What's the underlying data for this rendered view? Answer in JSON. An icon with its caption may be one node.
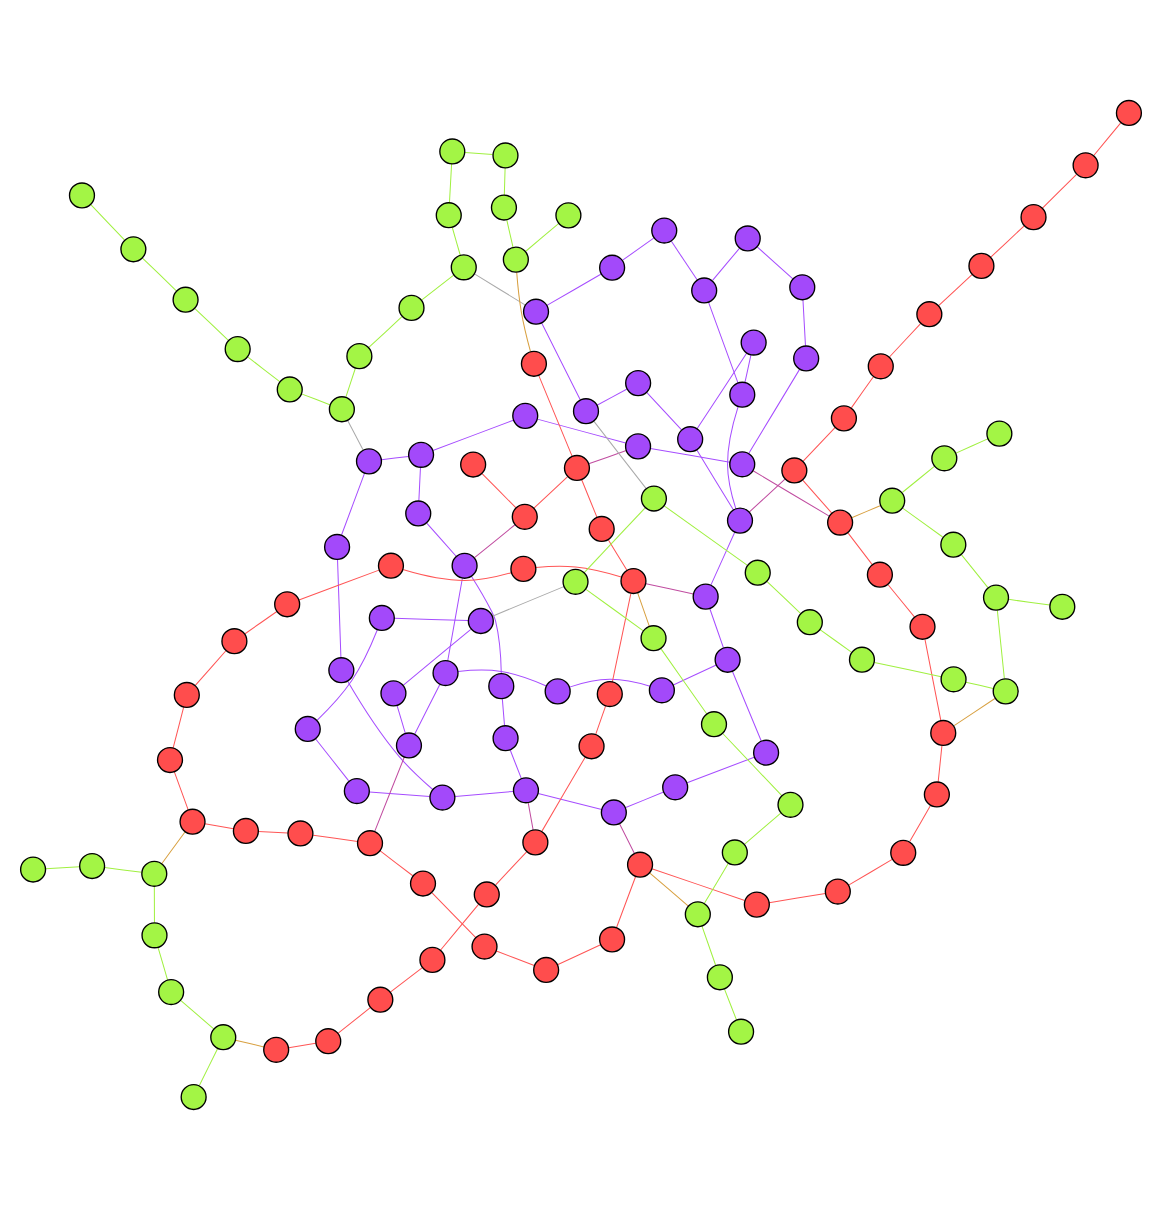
{
  "diagram": {
    "nodes": [
      {
        "text": [],
        "shape": "circle"
      },
      {
        "text": [],
        "shape": "circle"
      },
      {
        "text": [],
        "shape": "circle"
      },
      {
        "text": [],
        "shape": "circle"
      },
      {
        "text": [],
        "shape": "circle"
      },
      {
        "text": [],
        "shape": "circle"
      },
      {
        "text": [],
        "shape": "circle"
      },
      {
        "text": [],
        "shape": "circle"
      },
      {
        "text": [],
        "shape": "circle"
      },
      {
        "text": [],
        "shape": "circle"
      },
      {
        "text": [],
        "shape": "circle"
      },
      {
        "text": [],
        "shape": "circle"
      },
      {
        "text": [],
        "shape": "circle"
      },
      {
        "text": [],
        "shape": "circle"
      },
      {
        "text": [],
        "shape": "circle"
      },
      {
        "text": [],
        "shape": "circle"
      },
      {
        "text": [],
        "shape": "circle"
      },
      {
        "text": [],
        "shape": "circle"
      },
      {
        "text": [],
        "shape": "circle"
      },
      {
        "text": [],
        "shape": "circle"
      },
      {
        "text": [],
        "shape": "circle"
      },
      {
        "text": [],
        "shape": "circle"
      },
      {
        "text": [],
        "shape": "circle"
      },
      {
        "text": [],
        "shape": "circle"
      },
      {
        "text": [],
        "shape": "circle"
      },
      {
        "text": [],
        "shape": "circle"
      },
      {
        "text": [],
        "shape": "circle"
      },
      {
        "text": [],
        "shape": "circle"
      },
      {
        "text": [],
        "shape": "circle"
      },
      {
        "text": [],
        "shape": "circle"
      },
      {
        "text": [],
        "shape": "circle"
      },
      {
        "text": [],
        "shape": "circle"
      },
      {
        "text": [],
        "shape": "circle"
      },
      {
        "text": [],
        "shape": "circle"
      },
      {
        "text": [],
        "shape": "circle"
      },
      {
        "text": [],
        "shape": "circle"
      },
      {
        "text": [],
        "shape": "circle"
      },
      {
        "text": [],
        "shape": "circle"
      },
      {
        "text": [],
        "shape": "circle"
      },
      {
        "text": [],
        "shape": "circle"
      },
      {
        "text": [],
        "shape": "circle"
      },
      {
        "text": [],
        "shape": "circle"
      },
      {
        "text": [],
        "shape": "circle"
      },
      {
        "text": [],
        "shape": "circle"
      },
      {
        "text": [],
        "shape": "circle"
      },
      {
        "text": [],
        "shape": "circle"
      },
      {
        "text": [],
        "shape": "circle"
      },
      {
        "text": [],
        "shape": "circle"
      },
      {
        "text": [],
        "shape": "circle"
      },
      {
        "text": [],
        "shape": "circle"
      },
      {
        "text": [],
        "shape": "circle"
      },
      {
        "text": [],
        "shape": "circle"
      },
      {
        "text": [],
        "shape": "circle"
      },
      {
        "text": [],
        "shape": "circle"
      },
      {
        "text": [],
        "shape": "circle"
      },
      {
        "text": [],
        "shape": "circle"
      },
      {
        "text": [],
        "shape": "circle"
      },
      {
        "text": [],
        "shape": "circle"
      },
      {
        "text": [],
        "shape": "circle"
      },
      {
        "text": [],
        "shape": "circle"
      },
      {
        "text": [],
        "shape": "circle"
      },
      {
        "text": [],
        "shape": "circle"
      },
      {
        "text": [],
        "shape": "circle"
      },
      {
        "text": [],
        "shape": "circle"
      },
      {
        "text": [],
        "shape": "circle"
      },
      {
        "text": [],
        "shape": "circle"
      },
      {
        "text": [],
        "shape": "circle"
      },
      {
        "text": [],
        "shape": "circle"
      },
      {
        "text": [],
        "shape": "circle"
      },
      {
        "text": [],
        "shape": "circle"
      },
      {
        "text": [],
        "shape": "circle"
      },
      {
        "text": [],
        "shape": "circle"
      },
      {
        "text": [],
        "shape": "circle"
      },
      {
        "text": [],
        "shape": "circle"
      },
      {
        "text": [],
        "shape": "circle"
      },
      {
        "text": [],
        "shape": "circle"
      },
      {
        "text": [],
        "shape": "circle"
      },
      {
        "text": [],
        "shape": "circle"
      },
      {
        "text": [],
        "shape": "circle"
      },
      {
        "text": [],
        "shape": "circle"
      },
      {
        "text": [],
        "shape": "circle"
      },
      {
        "text": [],
        "shape": "circle"
      },
      {
        "text": [],
        "shape": "circle"
      },
      {
        "text": [],
        "shape": "circle"
      },
      {
        "text": [],
        "shape": "circle"
      },
      {
        "text": [],
        "shape": "circle"
      },
      {
        "text": [],
        "shape": "circle"
      },
      {
        "text": [],
        "shape": "circle"
      },
      {
        "text": [],
        "shape": "circle"
      },
      {
        "text": [],
        "shape": "circle"
      },
      {
        "text": [],
        "shape": "circle"
      },
      {
        "text": [],
        "shape": "circle"
      },
      {
        "text": [],
        "shape": "circle"
      },
      {
        "text": [],
        "shape": "circle"
      },
      {
        "text": [],
        "shape": "circle"
      },
      {
        "text": [],
        "shape": "circle"
      },
      {
        "text": [],
        "shape": "circle"
      },
      {
        "text": [],
        "shape": "circle"
      },
      {
        "text": [],
        "shape": "circle"
      },
      {
        "text": [],
        "shape": "circle"
      },
      {
        "text": [],
        "shape": "circle"
      },
      {
        "text": [],
        "shape": "circle"
      },
      {
        "text": [],
        "shape": "circle"
      },
      {
        "text": [],
        "shape": "circle"
      },
      {
        "text": [],
        "shape": "circle"
      },
      {
        "text": [],
        "shape": "circle"
      },
      {
        "text": [],
        "shape": "circle"
      },
      {
        "text": [],
        "shape": "circle"
      },
      {
        "text": [],
        "shape": "circle"
      },
      {
        "text": [],
        "shape": "circle"
      },
      {
        "text": [],
        "shape": "circle"
      },
      {
        "text": [],
        "shape": "circle"
      },
      {
        "text": [],
        "shape": "circle"
      },
      {
        "text": [],
        "shape": "circle"
      },
      {
        "text": [],
        "shape": "circle"
      },
      {
        "text": [],
        "shape": "circle"
      },
      {
        "text": [],
        "shape": "circle"
      },
      {
        "text": [],
        "shape": "circle"
      },
      {
        "text": [],
        "shape": "circle"
      },
      {
        "text": [],
        "shape": "circle"
      },
      {
        "text": [],
        "shape": "circle"
      },
      {
        "text": [],
        "shape": "circle"
      },
      {
        "text": [],
        "shape": "circle"
      },
      {
        "text": [],
        "shape": "circle"
      },
      {
        "text": [],
        "shape": "circle"
      },
      {
        "text": [],
        "shape": "circle"
      },
      {
        "text": [],
        "shape": "circle"
      }
    ],
    "edges": [
      {
        "from": 0,
        "to": 5,
        "arrow": "none",
        "color": "#a64dff"
      },
      {
        "from": 0,
        "to": 12,
        "arrow": "none",
        "color": "#a64dff"
      },
      {
        "from": 1,
        "to": 3,
        "arrow": "none",
        "color": "#a64dff"
      },
      {
        "from": 1,
        "to": 9,
        "arrow": "none",
        "color": "#a64dff"
      },
      {
        "from": 2,
        "to": 7,
        "arrow": "none",
        "color": "#a64dff"
      },
      {
        "from": 2,
        "to": 14,
        "arrow": "none",
        "color": "#a64dff"
      },
      {
        "from": 3,
        "to": 10,
        "arrow": "none",
        "color": "#a64dff"
      },
      {
        "from": 4,
        "to": 11,
        "arrow": "none",
        "color": "#a64dff"
      },
      {
        "from": 4,
        "to": 20,
        "arrow": "none",
        "color": "#a64dff"
      },
      {
        "from": 5,
        "to": 13,
        "arrow": "none",
        "color": "#a64dff"
      },
      {
        "from": 6,
        "to": 15,
        "arrow": "none",
        "color": "#a64dff"
      },
      {
        "from": 6,
        "to": 22,
        "arrow": "none",
        "color": "#a64dff"
      },
      {
        "from": 7,
        "to": 16,
        "arrow": "none",
        "color": "#a64dff"
      },
      {
        "from": 8,
        "to": 17,
        "arrow": "none",
        "color": "#a64dff"
      },
      {
        "from": 8,
        "to": 25,
        "arrow": "none",
        "color": "#a64dff"
      },
      {
        "from": 9,
        "to": 18,
        "arrow": "none",
        "color": "#a64dff"
      },
      {
        "from": 10,
        "to": 19,
        "arrow": "none",
        "color": "#a64dff"
      },
      {
        "from": 10,
        "to": 28,
        "arrow": "none",
        "color": "#a64dff"
      },
      {
        "from": 11,
        "to": 21,
        "arrow": "none",
        "color": "#a64dff"
      },
      {
        "from": 12,
        "to": 23,
        "arrow": "none",
        "color": "#a64dff"
      },
      {
        "from": 13,
        "to": 24,
        "arrow": "none",
        "color": "#a64dff"
      },
      {
        "from": 14,
        "to": 26,
        "arrow": "none",
        "color": "#a64dff"
      },
      {
        "from": 15,
        "to": 27,
        "arrow": "none",
        "color": "#a64dff"
      },
      {
        "from": 16,
        "to": 29,
        "arrow": "none",
        "color": "#a64dff"
      },
      {
        "from": 17,
        "to": 30,
        "arrow": "none",
        "color": "#a64dff"
      },
      {
        "from": 18,
        "to": 31,
        "arrow": "none",
        "color": "#a64dff"
      },
      {
        "from": 19,
        "to": 32,
        "arrow": "none",
        "color": "#a64dff"
      },
      {
        "from": 20,
        "to": 33,
        "arrow": "none",
        "color": "#a64dff"
      },
      {
        "from": 21,
        "to": 34,
        "arrow": "none",
        "color": "#a64dff"
      },
      {
        "from": 22,
        "to": 35,
        "arrow": "none",
        "color": "#a64dff"
      },
      {
        "from": 23,
        "to": 36,
        "arrow": "none",
        "color": "#a64dff"
      },
      {
        "from": 24,
        "to": 37,
        "arrow": "none",
        "color": "#a64dff"
      },
      {
        "from": 25,
        "to": 38,
        "arrow": "none",
        "color": "#a64dff"
      },
      {
        "from": 26,
        "to": 39,
        "arrow": "none",
        "color": "#a64dff"
      },
      {
        "from": 27,
        "to": 30,
        "arrow": "none",
        "color": "#a64dff"
      },
      {
        "from": 28,
        "to": 33,
        "arrow": "none",
        "color": "#a64dff"
      },
      {
        "from": 29,
        "to": 35,
        "arrow": "none",
        "color": "#a64dff"
      },
      {
        "from": 31,
        "to": 36,
        "arrow": "none",
        "color": "#a64dff"
      },
      {
        "from": 32,
        "to": 38,
        "arrow": "none",
        "color": "#a64dff"
      },
      {
        "from": 34,
        "to": 39,
        "arrow": "none",
        "color": "#a64dff"
      },
      {
        "from": 2,
        "to": 20,
        "arrow": "none",
        "color": "#a64dff"
      },
      {
        "from": 5,
        "to": 25,
        "arrow": "none",
        "color": "#a64dff"
      },
      {
        "from": 9,
        "to": 30,
        "arrow": "none",
        "color": "#a64dff"
      },
      {
        "from": 11,
        "to": 33,
        "arrow": "none",
        "color": "#a64dff"
      },
      {
        "from": 15,
        "to": 37,
        "arrow": "none",
        "color": "#a64dff"
      },
      {
        "from": 40,
        "to": 45,
        "arrow": "none",
        "color": "#ff5555"
      },
      {
        "from": 40,
        "to": 52,
        "arrow": "none",
        "color": "#ff5555"
      },
      {
        "from": 41,
        "to": 47,
        "arrow": "none",
        "color": "#ff5555"
      },
      {
        "from": 41,
        "to": 60,
        "arrow": "none",
        "color": "#ff5555"
      },
      {
        "from": 42,
        "to": 49,
        "arrow": "none",
        "color": "#ff5555"
      },
      {
        "from": 42,
        "to": 66,
        "arrow": "none",
        "color": "#ff5555"
      },
      {
        "from": 43,
        "to": 50,
        "arrow": "none",
        "color": "#ff5555"
      },
      {
        "from": 44,
        "to": 53,
        "arrow": "none",
        "color": "#ff5555"
      },
      {
        "from": 44,
        "to": 70,
        "arrow": "none",
        "color": "#ff5555"
      },
      {
        "from": 45,
        "to": 55,
        "arrow": "none",
        "color": "#ff5555"
      },
      {
        "from": 46,
        "to": 56,
        "arrow": "none",
        "color": "#ff5555"
      },
      {
        "from": 46,
        "to": 72,
        "arrow": "none",
        "color": "#ff5555"
      },
      {
        "from": 47,
        "to": 58,
        "arrow": "none",
        "color": "#ff5555"
      },
      {
        "from": 48,
        "to": 59,
        "arrow": "none",
        "color": "#ff5555"
      },
      {
        "from": 48,
        "to": 75,
        "arrow": "none",
        "color": "#ff5555"
      },
      {
        "from": 49,
        "to": 61,
        "arrow": "none",
        "color": "#ff5555"
      },
      {
        "from": 50,
        "to": 62,
        "arrow": "none",
        "color": "#ff5555"
      },
      {
        "from": 50,
        "to": 78,
        "arrow": "none",
        "color": "#ff5555"
      },
      {
        "from": 51,
        "to": 63,
        "arrow": "none",
        "color": "#ff5555"
      },
      {
        "from": 52,
        "to": 64,
        "arrow": "none",
        "color": "#ff5555"
      },
      {
        "from": 53,
        "to": 65,
        "arrow": "none",
        "color": "#ff5555"
      },
      {
        "from": 54,
        "to": 67,
        "arrow": "none",
        "color": "#ff5555"
      },
      {
        "from": 54,
        "to": 80,
        "arrow": "none",
        "color": "#ff5555"
      },
      {
        "from": 55,
        "to": 68,
        "arrow": "none",
        "color": "#ff5555"
      },
      {
        "from": 56,
        "to": 69,
        "arrow": "none",
        "color": "#ff5555"
      },
      {
        "from": 57,
        "to": 71,
        "arrow": "none",
        "color": "#ff5555"
      },
      {
        "from": 57,
        "to": 82,
        "arrow": "none",
        "color": "#ff5555"
      },
      {
        "from": 58,
        "to": 73,
        "arrow": "none",
        "color": "#ff5555"
      },
      {
        "from": 59,
        "to": 74,
        "arrow": "none",
        "color": "#ff5555"
      },
      {
        "from": 60,
        "to": 76,
        "arrow": "none",
        "color": "#ff5555"
      },
      {
        "from": 61,
        "to": 77,
        "arrow": "none",
        "color": "#ff5555"
      },
      {
        "from": 62,
        "to": 79,
        "arrow": "none",
        "color": "#ff5555"
      },
      {
        "from": 63,
        "to": 81,
        "arrow": "none",
        "color": "#ff5555"
      },
      {
        "from": 64,
        "to": 83,
        "arrow": "none",
        "color": "#ff5555"
      },
      {
        "from": 65,
        "to": 84,
        "arrow": "none",
        "color": "#ff5555"
      },
      {
        "from": 66,
        "to": 70,
        "arrow": "none",
        "color": "#ff5555"
      },
      {
        "from": 67,
        "to": 73,
        "arrow": "none",
        "color": "#ff5555"
      },
      {
        "from": 68,
        "to": 76,
        "arrow": "none",
        "color": "#ff5555"
      },
      {
        "from": 69,
        "to": 80,
        "arrow": "none",
        "color": "#ff5555"
      },
      {
        "from": 71,
        "to": 77,
        "arrow": "none",
        "color": "#ff5555"
      },
      {
        "from": 72,
        "to": 81,
        "arrow": "none",
        "color": "#ff5555"
      },
      {
        "from": 74,
        "to": 84,
        "arrow": "none",
        "color": "#ff5555"
      },
      {
        "from": 43,
        "to": 60,
        "arrow": "none",
        "color": "#ff5555"
      },
      {
        "from": 51,
        "to": 75,
        "arrow": "none",
        "color": "#ff5555"
      },
      {
        "from": 85,
        "to": 90,
        "arrow": "none",
        "color": "#a0f040"
      },
      {
        "from": 85,
        "to": 98,
        "arrow": "none",
        "color": "#a0f040"
      },
      {
        "from": 86,
        "to": 92,
        "arrow": "none",
        "color": "#a0f040"
      },
      {
        "from": 86,
        "to": 105,
        "arrow": "none",
        "color": "#a0f040"
      },
      {
        "from": 87,
        "to": 94,
        "arrow": "none",
        "color": "#a0f040"
      },
      {
        "from": 87,
        "to": 110,
        "arrow": "none",
        "color": "#a0f040"
      },
      {
        "from": 88,
        "to": 96,
        "arrow": "none",
        "color": "#a0f040"
      },
      {
        "from": 89,
        "to": 99,
        "arrow": "none",
        "color": "#a0f040"
      },
      {
        "from": 89,
        "to": 114,
        "arrow": "none",
        "color": "#a0f040"
      },
      {
        "from": 90,
        "to": 100,
        "arrow": "none",
        "color": "#a0f040"
      },
      {
        "from": 91,
        "to": 101,
        "arrow": "none",
        "color": "#a0f040"
      },
      {
        "from": 91,
        "to": 116,
        "arrow": "none",
        "color": "#a0f040"
      },
      {
        "from": 92,
        "to": 103,
        "arrow": "none",
        "color": "#a0f040"
      },
      {
        "from": 93,
        "to": 104,
        "arrow": "none",
        "color": "#a0f040"
      },
      {
        "from": 93,
        "to": 119,
        "arrow": "none",
        "color": "#a0f040"
      },
      {
        "from": 94,
        "to": 106,
        "arrow": "none",
        "color": "#a0f040"
      },
      {
        "from": 95,
        "to": 107,
        "arrow": "none",
        "color": "#a0f040"
      },
      {
        "from": 95,
        "to": 121,
        "arrow": "none",
        "color": "#a0f040"
      },
      {
        "from": 96,
        "to": 108,
        "arrow": "none",
        "color": "#a0f040"
      },
      {
        "from": 97,
        "to": 109,
        "arrow": "none",
        "color": "#a0f040"
      },
      {
        "from": 98,
        "to": 111,
        "arrow": "none",
        "color": "#a0f040"
      },
      {
        "from": 99,
        "to": 112,
        "arrow": "none",
        "color": "#a0f040"
      },
      {
        "from": 100,
        "to": 113,
        "arrow": "none",
        "color": "#a0f040"
      },
      {
        "from": 101,
        "to": 115,
        "arrow": "none",
        "color": "#a0f040"
      },
      {
        "from": 102,
        "to": 117,
        "arrow": "none",
        "color": "#a0f040"
      },
      {
        "from": 102,
        "to": 124,
        "arrow": "none",
        "color": "#a0f040"
      },
      {
        "from": 103,
        "to": 118,
        "arrow": "none",
        "color": "#a0f040"
      },
      {
        "from": 104,
        "to": 120,
        "arrow": "none",
        "color": "#a0f040"
      },
      {
        "from": 105,
        "to": 122,
        "arrow": "none",
        "color": "#a0f040"
      },
      {
        "from": 106,
        "to": 123,
        "arrow": "none",
        "color": "#a0f040"
      },
      {
        "from": 107,
        "to": 125,
        "arrow": "none",
        "color": "#a0f040"
      },
      {
        "from": 108,
        "to": 126,
        "arrow": "none",
        "color": "#a0f040"
      },
      {
        "from": 109,
        "to": 115,
        "arrow": "none",
        "color": "#a0f040"
      },
      {
        "from": 110,
        "to": 119,
        "arrow": "none",
        "color": "#a0f040"
      },
      {
        "from": 111,
        "to": 121,
        "arrow": "none",
        "color": "#a0f040"
      },
      {
        "from": 112,
        "to": 124,
        "arrow": "none",
        "color": "#a0f040"
      },
      {
        "from": 113,
        "to": 126,
        "arrow": "none",
        "color": "#a0f040"
      },
      {
        "from": 88,
        "to": 105,
        "arrow": "none",
        "color": "#a0f040"
      },
      {
        "from": 97,
        "to": 120,
        "arrow": "none",
        "color": "#a0f040"
      },
      {
        "from": 18,
        "to": 46,
        "arrow": "none",
        "color": "#c04ca0"
      },
      {
        "from": 22,
        "to": 50,
        "arrow": "none",
        "color": "#c04ca0"
      },
      {
        "from": 25,
        "to": 55,
        "arrow": "none",
        "color": "#c04ca0"
      },
      {
        "from": 28,
        "to": 60,
        "arrow": "none",
        "color": "#c04ca0"
      },
      {
        "from": 30,
        "to": 62,
        "arrow": "none",
        "color": "#c04ca0"
      },
      {
        "from": 33,
        "to": 66,
        "arrow": "none",
        "color": "#c04ca0"
      },
      {
        "from": 35,
        "to": 70,
        "arrow": "none",
        "color": "#c04ca0"
      },
      {
        "from": 38,
        "to": 75,
        "arrow": "none",
        "color": "#c04ca0"
      },
      {
        "from": 60,
        "to": 85,
        "arrow": "none",
        "color": "#d8a040"
      },
      {
        "from": 65,
        "to": 88,
        "arrow": "none",
        "color": "#d8a040"
      },
      {
        "from": 70,
        "to": 92,
        "arrow": "none",
        "color": "#d8a040"
      },
      {
        "from": 75,
        "to": 95,
        "arrow": "none",
        "color": "#d8a040"
      },
      {
        "from": 80,
        "to": 99,
        "arrow": "none",
        "color": "#d8a040"
      },
      {
        "from": 83,
        "to": 102,
        "arrow": "none",
        "color": "#d8a040"
      },
      {
        "from": 78,
        "to": 106,
        "arrow": "none",
        "color": "#d8a040"
      },
      {
        "from": 36,
        "to": 90,
        "arrow": "none",
        "color": "#aaaaaa"
      },
      {
        "from": 39,
        "to": 93,
        "arrow": "none",
        "color": "#aaaaaa"
      },
      {
        "from": 37,
        "to": 97,
        "arrow": "none",
        "color": "#aaaaaa"
      },
      {
        "from": 34,
        "to": 100,
        "arrow": "none",
        "color": "#aaaaaa"
      }
    ]
  }
}
